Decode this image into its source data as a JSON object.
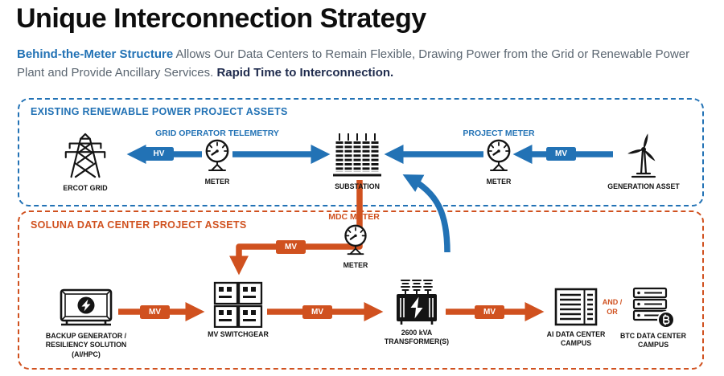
{
  "header": {
    "title": "Unique Interconnection Strategy",
    "lead": "Behind-the-Meter Structure",
    "body": " Allows Our Data Centers to Remain Flexible, Drawing Power from the Grid or Renewable Power Plant and Provide Ancillary Services. ",
    "emphasis": "Rapid Time to Interconnection",
    "period": "."
  },
  "colors": {
    "blue": "#2272B5",
    "orange": "#D0511F",
    "navy": "#1F2B4D",
    "ink": "#141414"
  },
  "top_box": {
    "title": "EXISTING RENEWABLE POWER PROJECT ASSETS",
    "telemetry_label": "GRID OPERATOR TELEMETRY",
    "project_meter_label": "PROJECT METER",
    "hv_badge": "HV",
    "mv_badge": "MV",
    "nodes": {
      "ercot_grid": "ERCOT GRID",
      "meter_left": "METER",
      "substation": "SUBSTATION",
      "meter_right": "METER",
      "generation_asset": "GENERATION ASSET"
    }
  },
  "mdc_meter": {
    "title": "MDC METER",
    "label": "METER",
    "mv_badge": "MV"
  },
  "bottom_box": {
    "title": "SOLUNA DATA CENTER PROJECT ASSETS",
    "mv_badge_1": "MV",
    "mv_badge_2": "MV",
    "mv_badge_3": "MV",
    "nodes": {
      "backup_generator": "BACKUP GENERATOR / RESILIENCY SOLUTION (AI/HPC)",
      "mv_switchgear": "MV SWITCHGEAR",
      "transformer": "2600 kVA TRANSFORMER(S)",
      "ai_data_center": "AI DATA CENTER CAMPUS",
      "and_or": "AND / OR",
      "btc_data_center": "BTC DATA CENTER CAMPUS"
    }
  }
}
